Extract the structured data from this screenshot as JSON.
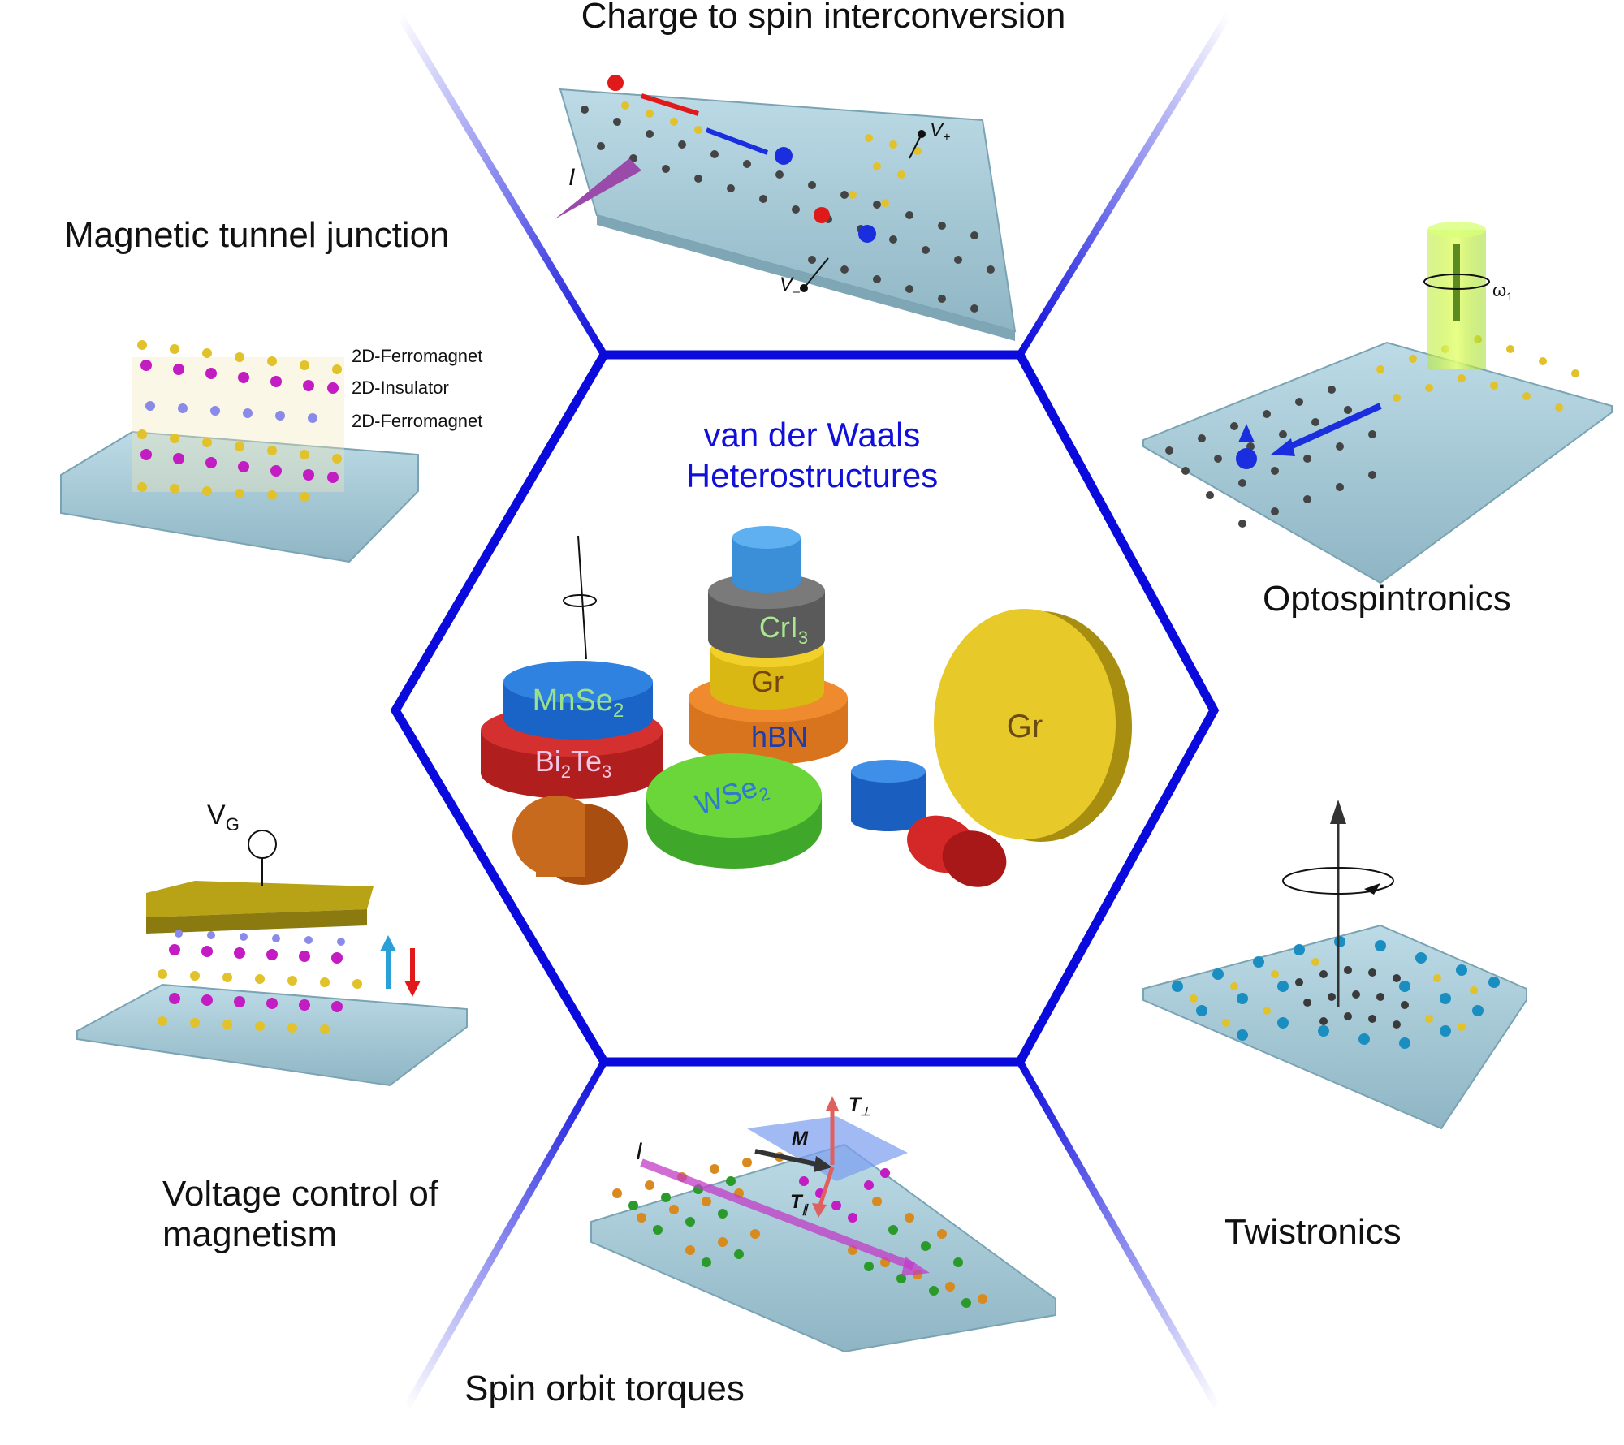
{
  "center": {
    "title_line1": "van der Waals",
    "title_line2": "Heterostructures",
    "stack_left": {
      "top": "MnSe",
      "top_sub": "2",
      "bottom": "Bi",
      "bottom_sub1": "2",
      "bottom_mid": "Te",
      "bottom_sub2": "3"
    },
    "stack_middle": {
      "layer1": "CrI",
      "layer1_sub": "3",
      "layer2": "Gr",
      "layer3": "hBN"
    },
    "wse2": {
      "text": "WSe",
      "sub": "2"
    },
    "big_disk": "Gr"
  },
  "panels": {
    "charge_to_spin": {
      "title": "Charge to spin interconversion",
      "current": "I",
      "v_plus": "V",
      "v_plus_sub": "+",
      "v_minus": "V",
      "v_minus_sub": "–"
    },
    "mtj": {
      "title": "Magnetic tunnel junction",
      "layer_top": "2D-Ferromagnet",
      "layer_mid": "2D-Insulator",
      "layer_bottom": "2D-Ferromagnet"
    },
    "optospintronics": {
      "title": "Optospintronics",
      "omega": "ω",
      "omega_sub": "1"
    },
    "voltage_control": {
      "title_line1": "Voltage control of",
      "title_line2": "magnetism",
      "gate": "V",
      "gate_sub": "G"
    },
    "twistronics": {
      "title": "Twistronics"
    },
    "spin_orbit_torques": {
      "title": "Spin orbit torques",
      "current": "I",
      "magnetization": "M",
      "torque_perp": "T",
      "torque_perp_sub": "⊥",
      "torque_par": "T",
      "torque_par_sub": "∥"
    }
  },
  "colors": {
    "hexagon": "#0a0adc",
    "substrate": "#a9cdd9",
    "graphene_atom": "#3a3a3a",
    "yellow_atom": "#e2c22a",
    "magenta_atom": "#c21cc2",
    "spin_up": "#1a2ee0",
    "spin_down": "#e01a1a"
  }
}
